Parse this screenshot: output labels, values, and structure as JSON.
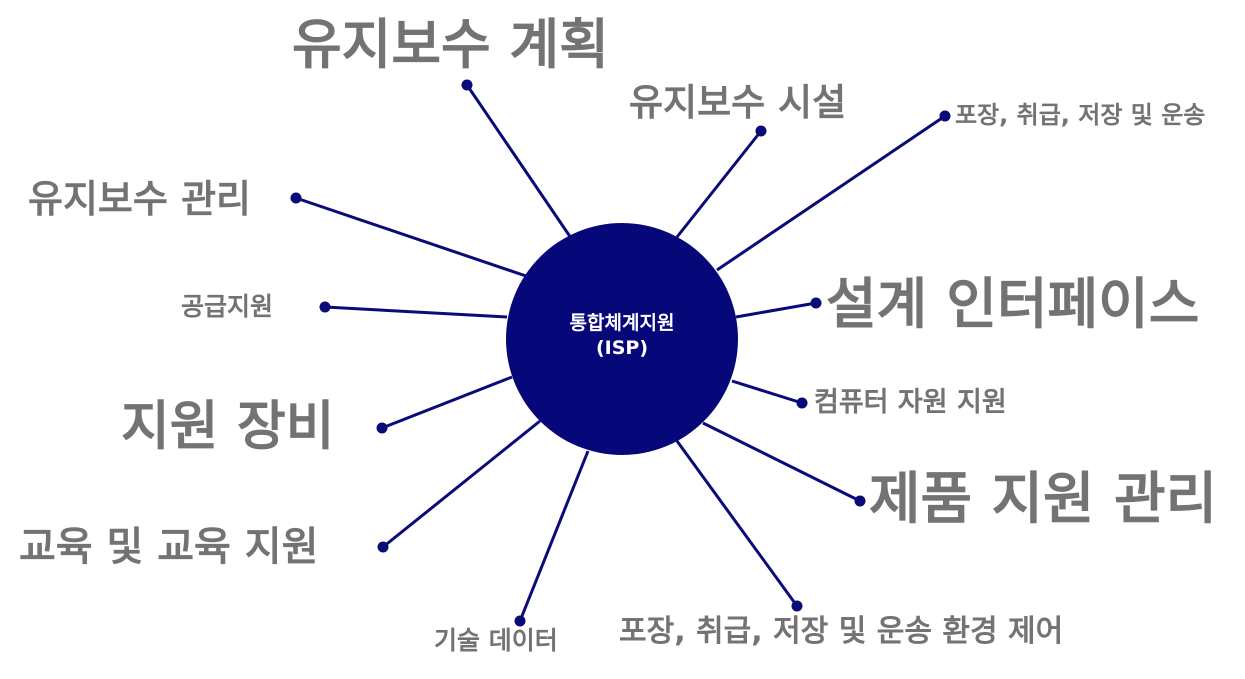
{
  "hub": {
    "title_line1": "통합체계지원",
    "title_line2": "(ISP)",
    "fill_color": "#06087a",
    "line_color": "#0a0a78"
  },
  "topics": [
    {
      "id": "maintenance-planning",
      "label": "유지보수 계획"
    },
    {
      "id": "maintenance-facilities",
      "label": "유지보수 시설"
    },
    {
      "id": "phst",
      "label": "포장, 취급, 저장 및 운송"
    },
    {
      "id": "maintenance-management",
      "label": "유지보수 관리"
    },
    {
      "id": "supply-support",
      "label": "공급지원"
    },
    {
      "id": "design-interface",
      "label": "설계 인터페이스"
    },
    {
      "id": "support-equipment",
      "label": "지원 장비"
    },
    {
      "id": "computer-resources-support",
      "label": "컴퓨터 자원 지원"
    },
    {
      "id": "product-support-management",
      "label": "제품 지원 관리"
    },
    {
      "id": "training-support",
      "label": "교육 및 교육 지원"
    },
    {
      "id": "technical-data",
      "label": "기술 데이터"
    },
    {
      "id": "phst-environment-control",
      "label": "포장, 취급, 저장 및 운송 환경 제어"
    }
  ],
  "label_color": "#737373"
}
